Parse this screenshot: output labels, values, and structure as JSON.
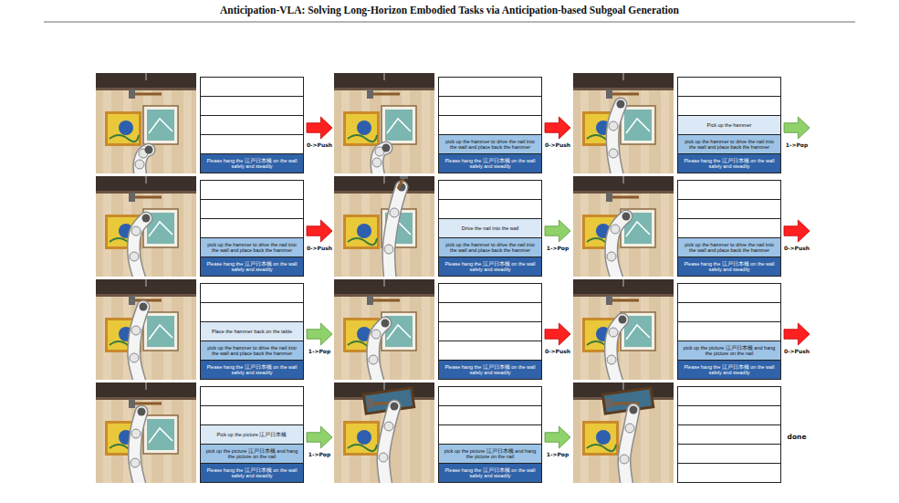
{
  "diagram": {
    "title": "Anticipation-VLA: Solving Long-Horizon Embodied Tasks via Anticipation-based Subgoal Generation",
    "nodes": [
      {
        "text": [
          "Please hang the 江戸日本橋 on the wall safely and steadily"
        ]
      },
      {
        "text": [
          "pick up the hammer to drive the nail into the wall and place back the hammer"
        ]
      },
      {
        "text": [
          "Please hang the 江戸日本橋 on the wall safely and steadily"
        ]
      },
      {
        "text": [
          "Pick up the hammer"
        ]
      },
      {
        "text": [
          "pick up the hammer to drive the nail into the wall and place back the hammer"
        ]
      },
      {
        "text": [
          "Please hang the 江戸日本橋 on the wall safely and steadily"
        ]
      },
      {
        "text": [
          "pick up the hammer to drive the nail into the wall and place back the hammer"
        ]
      },
      {
        "text": [
          "Please hang the 江戸日本橋 on the wall safely and steadily"
        ]
      },
      {
        "text": [
          "Drive the nail into the wall"
        ]
      },
      {
        "text": [
          "pick up the hammer to drive the nail into the wall and place back the hammer"
        ]
      },
      {
        "text": [
          "Please hang the 江戸日本橋 on the wall safely and steadily"
        ]
      },
      {
        "text": [
          "pick up the hammer to drive the nail into the wall and place back the hammer"
        ]
      },
      {
        "text": [
          "Please hang the 江戸日本橋 on the wall safely and steadily"
        ]
      },
      {
        "text": [
          "Place the hammer back on the table"
        ]
      },
      {
        "text": [
          "pick up the hammer to drive the nail into the wall and place back the hammer"
        ]
      },
      {
        "text": [
          "Please hang the 江戸日本橋 on the wall safely and steadily"
        ]
      },
      {
        "text": [
          "Please hang the 江戸日本橋 on the wall safely and steadily"
        ]
      },
      {
        "text": [
          "pick up the picture 江戸日本橋 and hang the picture on the nail"
        ]
      },
      {
        "text": [
          "Please hang the 江戸日本橋 on the wall safely and steadily"
        ]
      },
      {
        "text": [
          "Pick up the picture 江戸日本橋"
        ]
      },
      {
        "text": [
          "pick up the picture 江戸日本橋 and hang the picture on the nail"
        ]
      },
      {
        "text": [
          "Please hang the 江戸日本橋 on the wall safely and steadily"
        ]
      },
      {
        "text": [
          "pick up the picture 江戸日本橋 and hang the picture on the nail"
        ]
      },
      {
        "text": [
          "Please hang the 江戸日本橋 on the wall safely and steadily"
        ]
      }
    ],
    "labels": [
      "0->Push",
      "0->Push",
      "1->Pop",
      "0->Push",
      "1->Pop",
      "0->Push",
      "1->Pop",
      "0->Push",
      "0->Push",
      "1->Pop",
      "1->Pop",
      "done"
    ]
  }
}
